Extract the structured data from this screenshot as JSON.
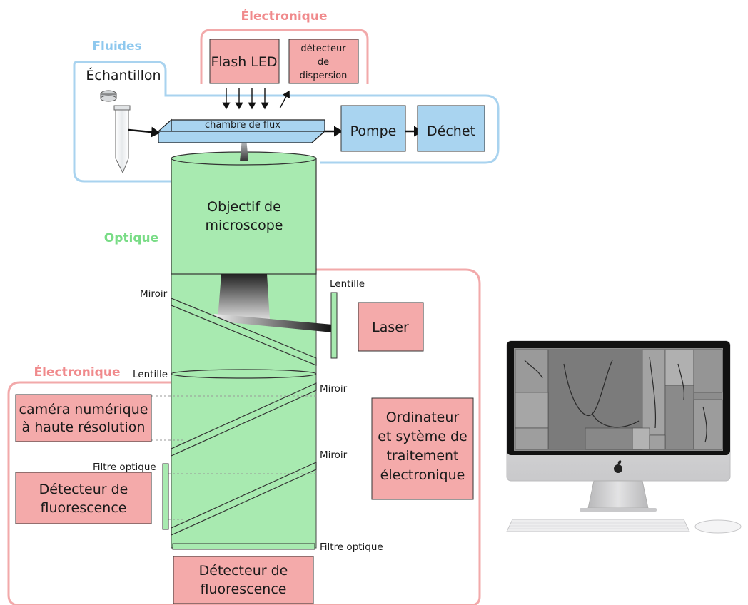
{
  "groups": {
    "electronics_top": "Électronique",
    "fluids": "Fluides",
    "optics": "Optique",
    "electronics_bottom": "Électronique"
  },
  "boxes": {
    "flash_led": "Flash LED",
    "scatter_detector": [
      "détecteur",
      "de",
      "dispersion"
    ],
    "pump": "Pompe",
    "waste": "Déchet",
    "laser": "Laser",
    "camera": [
      "caméra numérique",
      "à haute résolution"
    ],
    "fluorescence_left": [
      "Détecteur de",
      "fluorescence"
    ],
    "fluorescence_bottom": [
      "Détecteur de",
      "fluorescence"
    ],
    "computer_system": [
      "Ordinateur",
      "et sytème de",
      "traitement",
      "électronique"
    ]
  },
  "labels": {
    "sample": "Échantillon",
    "flow_cell": "chambre de flux",
    "objective": [
      "Objectif de",
      "microscope"
    ],
    "mirror_top": "Miroir",
    "lens_right": "Lentille",
    "lens_left": "Lentille",
    "mirror_mid": "Miroir",
    "mirror_low": "Miroir",
    "filter_left": "Filtre optique",
    "filter_bottom": "Filtre optique"
  },
  "colors": {
    "electronics": "#f2a9aa",
    "electronics_fill": "#f4aaaa",
    "fluids": "#a9d3ef",
    "fluids_fill": "#a9d4f0",
    "optics": "#7ee08a",
    "optics_fill": "#a8eab0"
  }
}
